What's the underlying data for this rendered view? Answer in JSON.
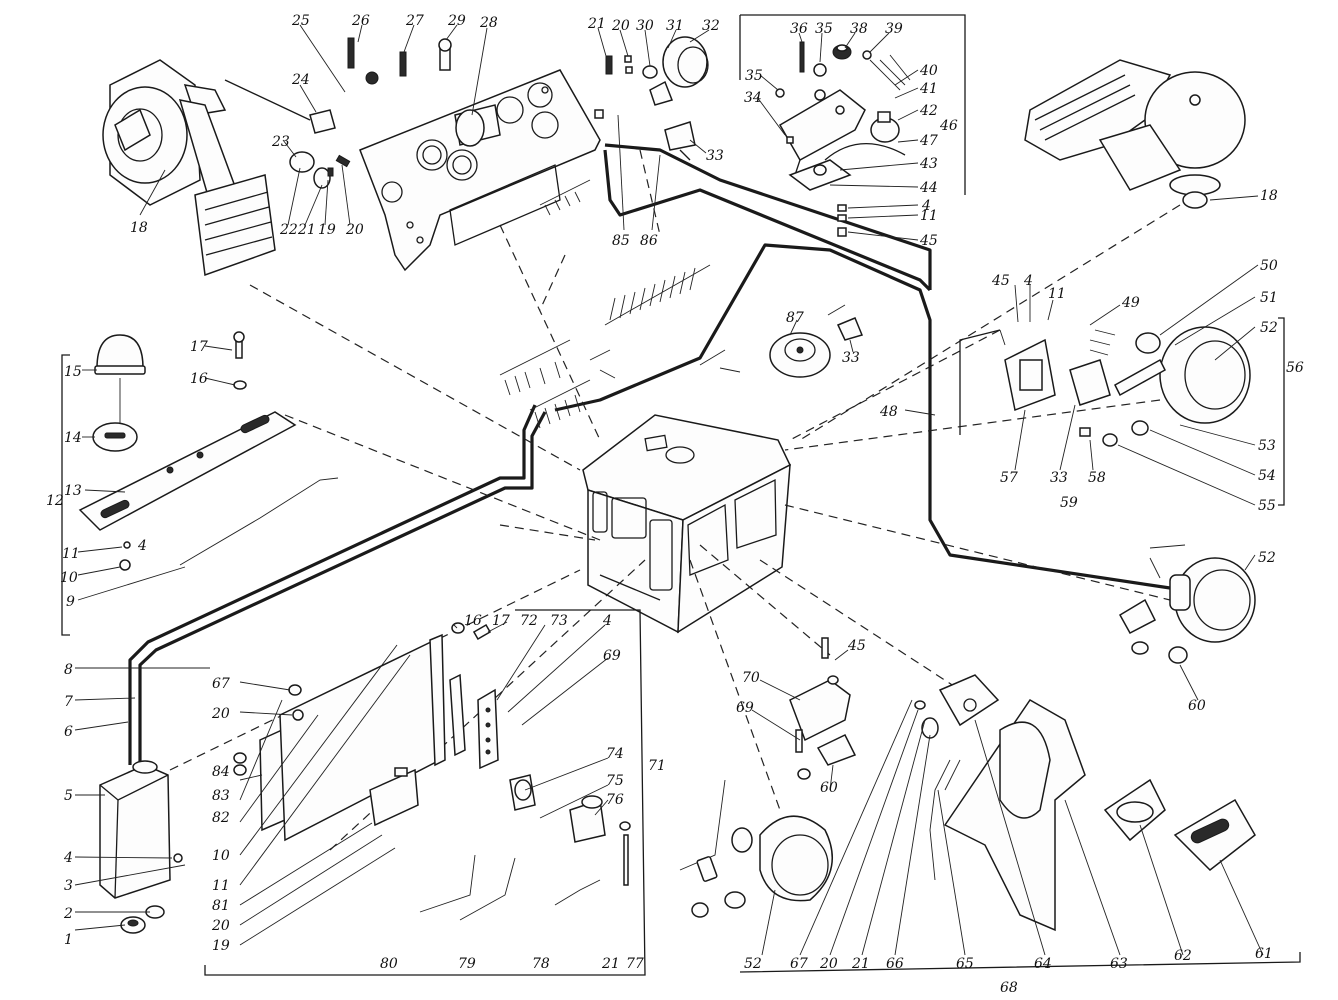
{
  "labels": {
    "l1": "1",
    "l2": "2",
    "l3": "3",
    "l4a": "4",
    "l5": "5",
    "l6": "6",
    "l7": "7",
    "l8": "8",
    "l9": "9",
    "l10a": "10",
    "l11a": "11",
    "l4b": "4",
    "l12": "12",
    "l13": "13",
    "l14": "14",
    "l15": "15",
    "l16a": "16",
    "l17a": "17",
    "l18a": "18",
    "l18b": "18",
    "l19a": "19",
    "l20a": "20",
    "l21a": "21",
    "l22": "22",
    "l23": "23",
    "l24": "24",
    "l25": "25",
    "l26": "26",
    "l27": "27",
    "l28": "28",
    "l29": "29",
    "l21b": "21",
    "l20b": "20",
    "l30": "30",
    "l31": "31",
    "l32": "32",
    "l33a": "33",
    "l85": "85",
    "l86": "86",
    "l36": "36",
    "l35a": "35",
    "l38": "38",
    "l39": "39",
    "l35b": "35",
    "l34": "34",
    "l40": "40",
    "l41": "41",
    "l42": "42",
    "l47": "47",
    "l46": "46",
    "l43": "43",
    "l44": "44",
    "l4c": "4",
    "l11b": "11",
    "l45a": "45",
    "l50": "50",
    "l51": "51",
    "l52a": "52",
    "l56": "56",
    "l45b": "45",
    "l4d": "4",
    "l11c": "11",
    "l49": "49",
    "l87": "87",
    "l33b": "33",
    "l48": "48",
    "l57": "57",
    "l33c": "33",
    "l58": "58",
    "l59": "59",
    "l53": "53",
    "l54": "54",
    "l55": "55",
    "l52b": "52",
    "l60a": "60",
    "l16b": "16",
    "l17b": "17",
    "l72": "72",
    "l73": "73",
    "l4e": "4",
    "l69a": "69",
    "l67a": "67",
    "l20c": "20",
    "l84": "84",
    "l83": "83",
    "l82": "82",
    "l10b": "10",
    "l11d": "11",
    "l81": "81",
    "l20d": "20",
    "l19b": "19",
    "l71": "71",
    "l74": "74",
    "l75": "75",
    "l76": "76",
    "l80": "80",
    "l79": "79",
    "l78": "78",
    "l21c": "21",
    "l77": "77",
    "l45c": "45",
    "l70": "70",
    "l69b": "69",
    "l60b": "60",
    "l52c": "52",
    "l67b": "67",
    "l20e": "20",
    "l21d": "21",
    "l66": "66",
    "l65": "65",
    "l64": "64",
    "l63": "63",
    "l62": "62",
    "l61": "61",
    "l68": "68"
  }
}
